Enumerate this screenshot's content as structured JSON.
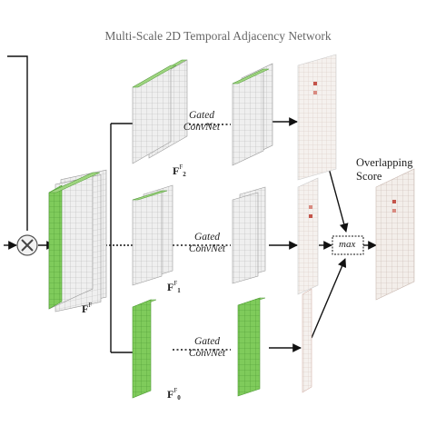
{
  "title": "Multi-Scale 2D Temporal Adjacency Network",
  "labels": {
    "gated_top": "Gated",
    "gated_bottom": "ConvNet",
    "f_base": "F",
    "f_sup": "F",
    "f0_sub": "0",
    "f1_sub": "1",
    "f2_sub": "2",
    "overlapping": "Overlapping",
    "score": "Score",
    "max": "max",
    "multiply_symbol": "⊗"
  },
  "colors": {
    "green": "#6cc04a",
    "grey_block": "#c9c9c9",
    "map_red": "#c4544a",
    "arrow": "#111111"
  }
}
